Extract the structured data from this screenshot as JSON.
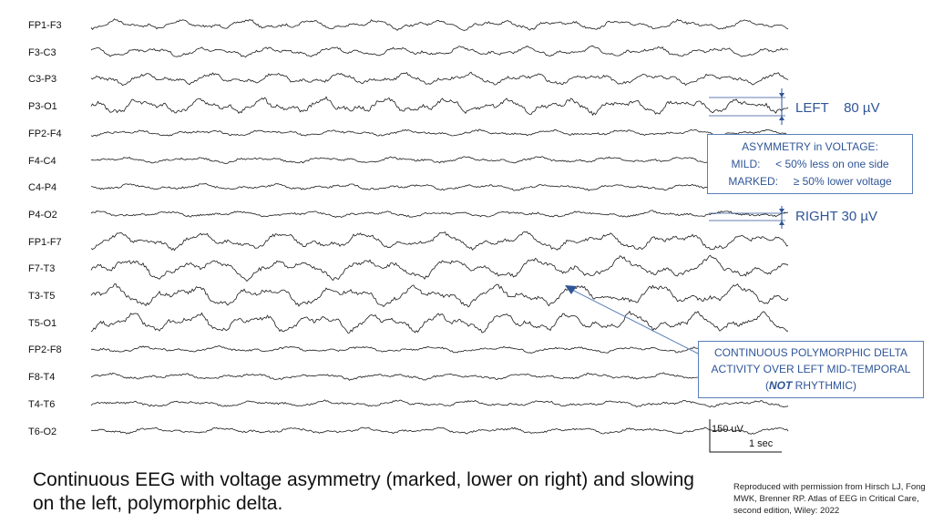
{
  "channels": [
    {
      "label": "FP1-F3",
      "amp": 5,
      "freq": 1.0,
      "noise": 0.45
    },
    {
      "label": "F3-C3",
      "amp": 5,
      "freq": 1.0,
      "noise": 0.45
    },
    {
      "label": "C3-P3",
      "amp": 6,
      "freq": 1.0,
      "noise": 0.45
    },
    {
      "label": "P3-O1",
      "amp": 8,
      "freq": 1.05,
      "noise": 0.45
    },
    {
      "label": "FP2-F4",
      "amp": 3,
      "freq": 0.9,
      "noise": 0.6
    },
    {
      "label": "F4-C4",
      "amp": 3,
      "freq": 0.9,
      "noise": 0.6
    },
    {
      "label": "C4-P4",
      "amp": 3,
      "freq": 0.9,
      "noise": 0.6
    },
    {
      "label": "P4-O2",
      "amp": 3,
      "freq": 0.9,
      "noise": 0.6
    },
    {
      "label": "FP1-F7",
      "amp": 9,
      "freq": 0.8,
      "noise": 0.35
    },
    {
      "label": "F7-T3",
      "amp": 11,
      "freq": 0.75,
      "noise": 0.35
    },
    {
      "label": "T3-T5",
      "amp": 11,
      "freq": 0.8,
      "noise": 0.35
    },
    {
      "label": "T5-O1",
      "amp": 10,
      "freq": 1.0,
      "noise": 0.35
    },
    {
      "label": "FP2-F8",
      "amp": 3,
      "freq": 0.9,
      "noise": 0.6
    },
    {
      "label": "F8-T4",
      "amp": 3,
      "freq": 0.9,
      "noise": 0.6
    },
    {
      "label": "T4-T6",
      "amp": 3,
      "freq": 0.9,
      "noise": 0.6
    },
    {
      "label": "T6-O2",
      "amp": 3,
      "freq": 0.9,
      "noise": 0.6
    }
  ],
  "callouts": {
    "left": "LEFT    80 µV",
    "right": "RIGHT 30 µV"
  },
  "asymmetry_box": {
    "title": "ASYMMETRY in VOLTAGE:",
    "mild_label": "MILD:",
    "mild_text": "< 50% less on one side",
    "marked_label": "MARKED:",
    "marked_text": "≥ 50% lower voltage"
  },
  "delta_box": {
    "line1": "CONTINUOUS POLYMORPHIC DELTA",
    "line2": "ACTIVITY OVER LEFT MID-TEMPORAL",
    "line3_open": "(",
    "line3_em": "NOT",
    "line3_rest": " RHYTHMIC)"
  },
  "scale": {
    "voltage": "150 uV",
    "time": "1 sec"
  },
  "caption": "Continuous EEG with voltage asymmetry (marked, lower on right) and slowing on the left, polymorphic delta.",
  "credit": "Reproduced with permission from Hirsch LJ, Fong MWK, Brenner RP. Atlas of EEG in Critical Care, second edition, Wiley: 2022",
  "colors": {
    "trace": "#1a1a1a",
    "annotation": "#2f5597",
    "box_border": "#5a7fb8"
  }
}
